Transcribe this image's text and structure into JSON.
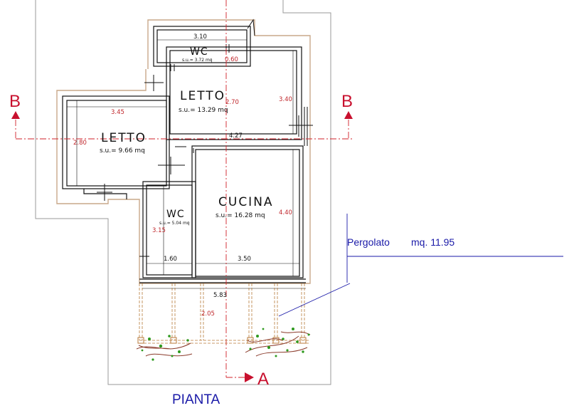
{
  "rooms": {
    "wc_top": {
      "name": "WC",
      "area": "s.u.= 3.72 mq"
    },
    "letto_upper": {
      "name": "LETTO",
      "area": "s.u.= 13.29 mq"
    },
    "letto_left": {
      "name": "LETTO",
      "area": "s.u.= 9.66 mq"
    },
    "wc_bottom": {
      "name": "WC",
      "area": "s.u.= 5.04 mq"
    },
    "cucina": {
      "name": "CUCINA",
      "area": "s.u.= 16.28 mq"
    }
  },
  "dimensions": {
    "wc_top_width": "3.10",
    "wc_top_depth": "0.60",
    "letto_upper_height": "2.70",
    "letto_upper_side": "3.40",
    "letto_left_width": "3.45",
    "letto_left_height": "2.80",
    "letto_upper_width": "4.27",
    "cucina_height": "4.40",
    "wc_bottom_height": "3.15",
    "wc_bottom_width": "1.60",
    "cucina_width": "3.50",
    "pergola_width": "5.83",
    "pergola_depth": "2.05"
  },
  "section_markers": {
    "left": "B",
    "right": "B",
    "bottom": "A"
  },
  "pergolato": {
    "label": "Pergolato",
    "area": "mq. 11.95"
  },
  "title": "PIANTA",
  "colors": {
    "wall": "#111111",
    "wall_outer": "#c9a98a",
    "dimension": "#c0282d",
    "section_line": "#d0202a",
    "annotation": "#1a1aa8",
    "foliage": "#2f9a1f",
    "branches": "#8a3a2a"
  }
}
